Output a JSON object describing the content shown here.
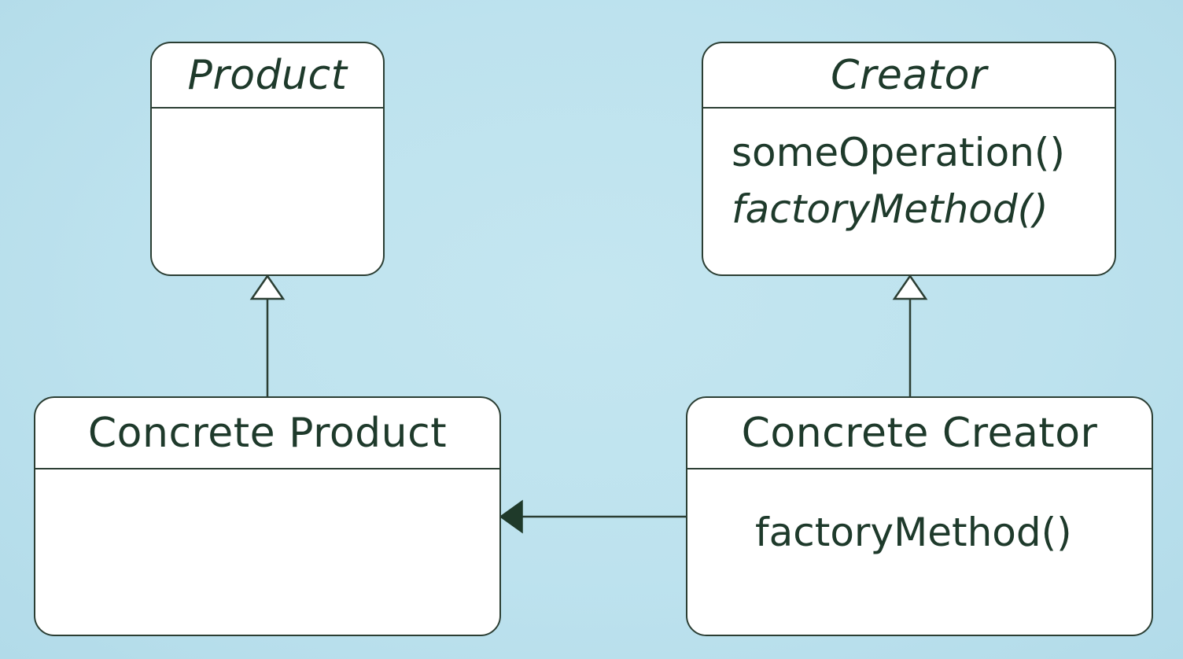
{
  "colors": {
    "background": "#bde2ee",
    "box_fill": "#ffffff",
    "stroke": "#2b3e33",
    "text": "#1e3a2b"
  },
  "classes": {
    "product": {
      "name": "Product",
      "abstract": true,
      "operations": []
    },
    "creator": {
      "name": "Creator",
      "abstract": true,
      "operations": [
        {
          "label": "someOperation()",
          "abstract": false
        },
        {
          "label": "factoryMethod()",
          "abstract": true
        }
      ]
    },
    "concrete_product": {
      "name": "Concrete Product",
      "abstract": false,
      "operations": []
    },
    "concrete_creator": {
      "name": "Concrete Creator",
      "abstract": false,
      "operations": [
        {
          "label": "factoryMethod()",
          "abstract": false
        }
      ]
    }
  },
  "relationships": [
    {
      "type": "inheritance",
      "from": "Concrete Product",
      "to": "Product",
      "arrowhead": "hollow-triangle"
    },
    {
      "type": "inheritance",
      "from": "Concrete Creator",
      "to": "Creator",
      "arrowhead": "hollow-triangle"
    },
    {
      "type": "association",
      "from": "Concrete Creator",
      "to": "Concrete Product",
      "arrowhead": "filled-triangle"
    }
  ]
}
